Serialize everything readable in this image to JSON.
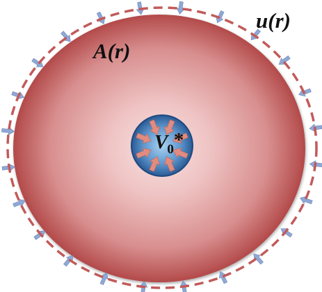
{
  "labels": {
    "outer_field": "u(r)",
    "shell_field": "A(r)",
    "core_symbol": "V",
    "core_subscript": "0",
    "core_superscript": "*"
  },
  "colors": {
    "shell_edge": "#b34a4a",
    "shell_mid": "#d88e8e",
    "shell_center": "#f7e1e1",
    "dashed_ring": "#c25a5a",
    "boundary_arrow": "#8fa8d6",
    "core_edge": "#2a5a94",
    "core_center": "#a9d2f0",
    "core_arrow": "#e08c80"
  },
  "icons": {
    "boundary_arrows": "inward-arrow-icon",
    "core_arrows": "inward-arrow-icon"
  }
}
